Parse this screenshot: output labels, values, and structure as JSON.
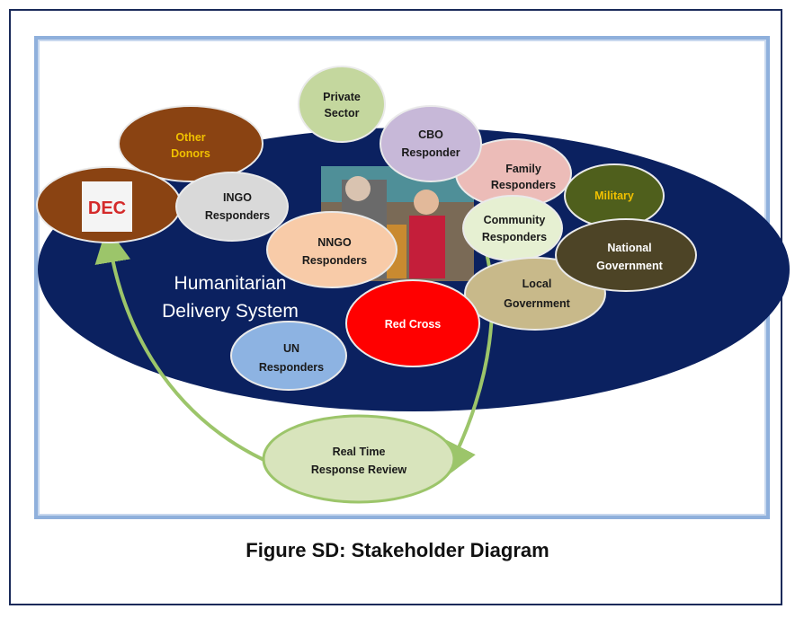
{
  "caption": "Figure SD: Stakeholder Diagram",
  "system_label": [
    "Humanitarian",
    "Delivery System"
  ],
  "nodes": {
    "private_sector": [
      "Private",
      "Sector"
    ],
    "other_donors": [
      "Other",
      "Donors"
    ],
    "cbo": [
      "CBO",
      "Responder"
    ],
    "family": [
      "Family",
      "Responders"
    ],
    "military": [
      "Military"
    ],
    "dec": [
      "DEC"
    ],
    "ingo": [
      "INGO",
      "Responders"
    ],
    "community": [
      "Community",
      "Responders"
    ],
    "nngo": [
      "NNGO",
      "Responders"
    ],
    "national_gov": [
      "National",
      "Government"
    ],
    "local_gov": [
      "Local",
      "Government"
    ],
    "red_cross": [
      "Red Cross"
    ],
    "un": [
      "UN",
      "Responders"
    ],
    "review": [
      "Real Time",
      "Response Review"
    ]
  },
  "colors": {
    "system_fill": "#0b2160",
    "arrow": "#9cc56a",
    "other_donors": "#8a4312",
    "dec_oval": "#8a4312",
    "military": "#4f5f1c",
    "national_gov": "#4d4426",
    "red_cross": "#ff0000",
    "yellow_text": "#f0c000"
  }
}
